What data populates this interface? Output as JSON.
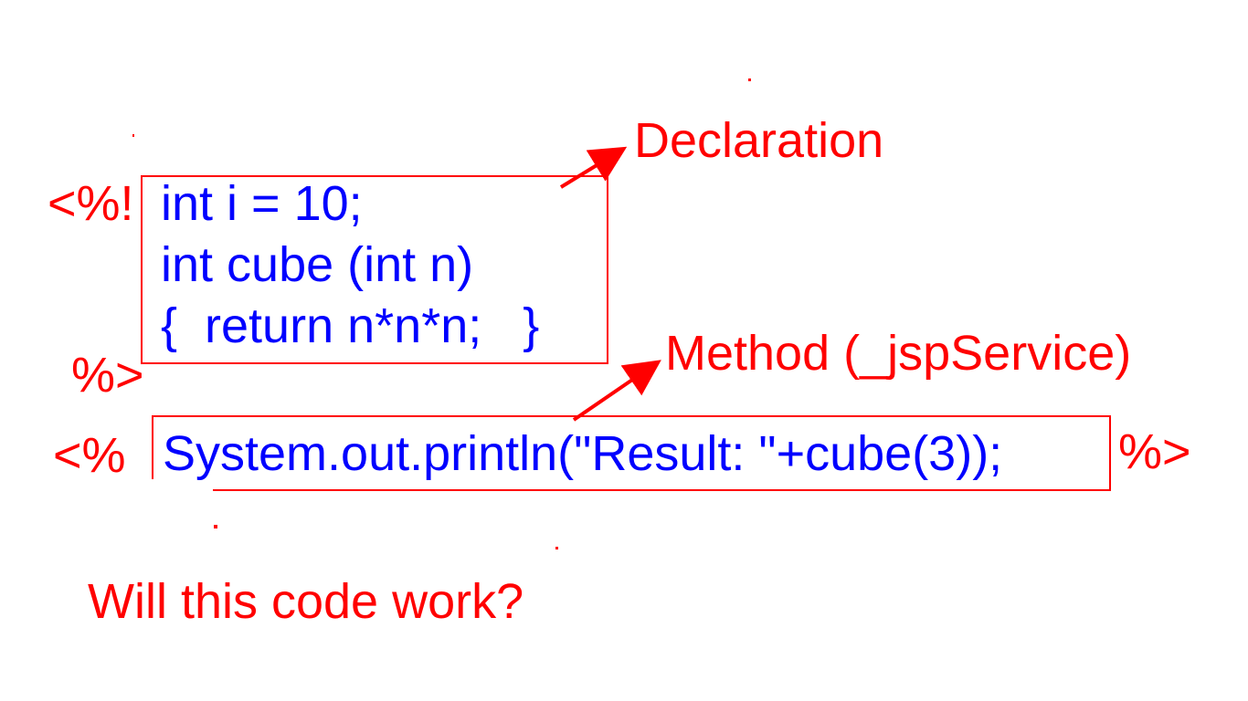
{
  "declaration_block": {
    "open_tag": "<%!",
    "lines": [
      "int i = 10;",
      "int cube (int n)",
      "{  return n*n*n;   }"
    ],
    "close_tag": "%>",
    "label": "Declaration"
  },
  "scriptlet_block": {
    "open_tag": "<%",
    "code": "System.out.println(\"Result: \"+cube(3));",
    "close_tag": "%>",
    "label": "Method (_jspService)"
  },
  "question": "Will this code work?",
  "colors": {
    "tag": "#ff0000",
    "code": "#0000ff",
    "annotation": "#ff0000"
  }
}
